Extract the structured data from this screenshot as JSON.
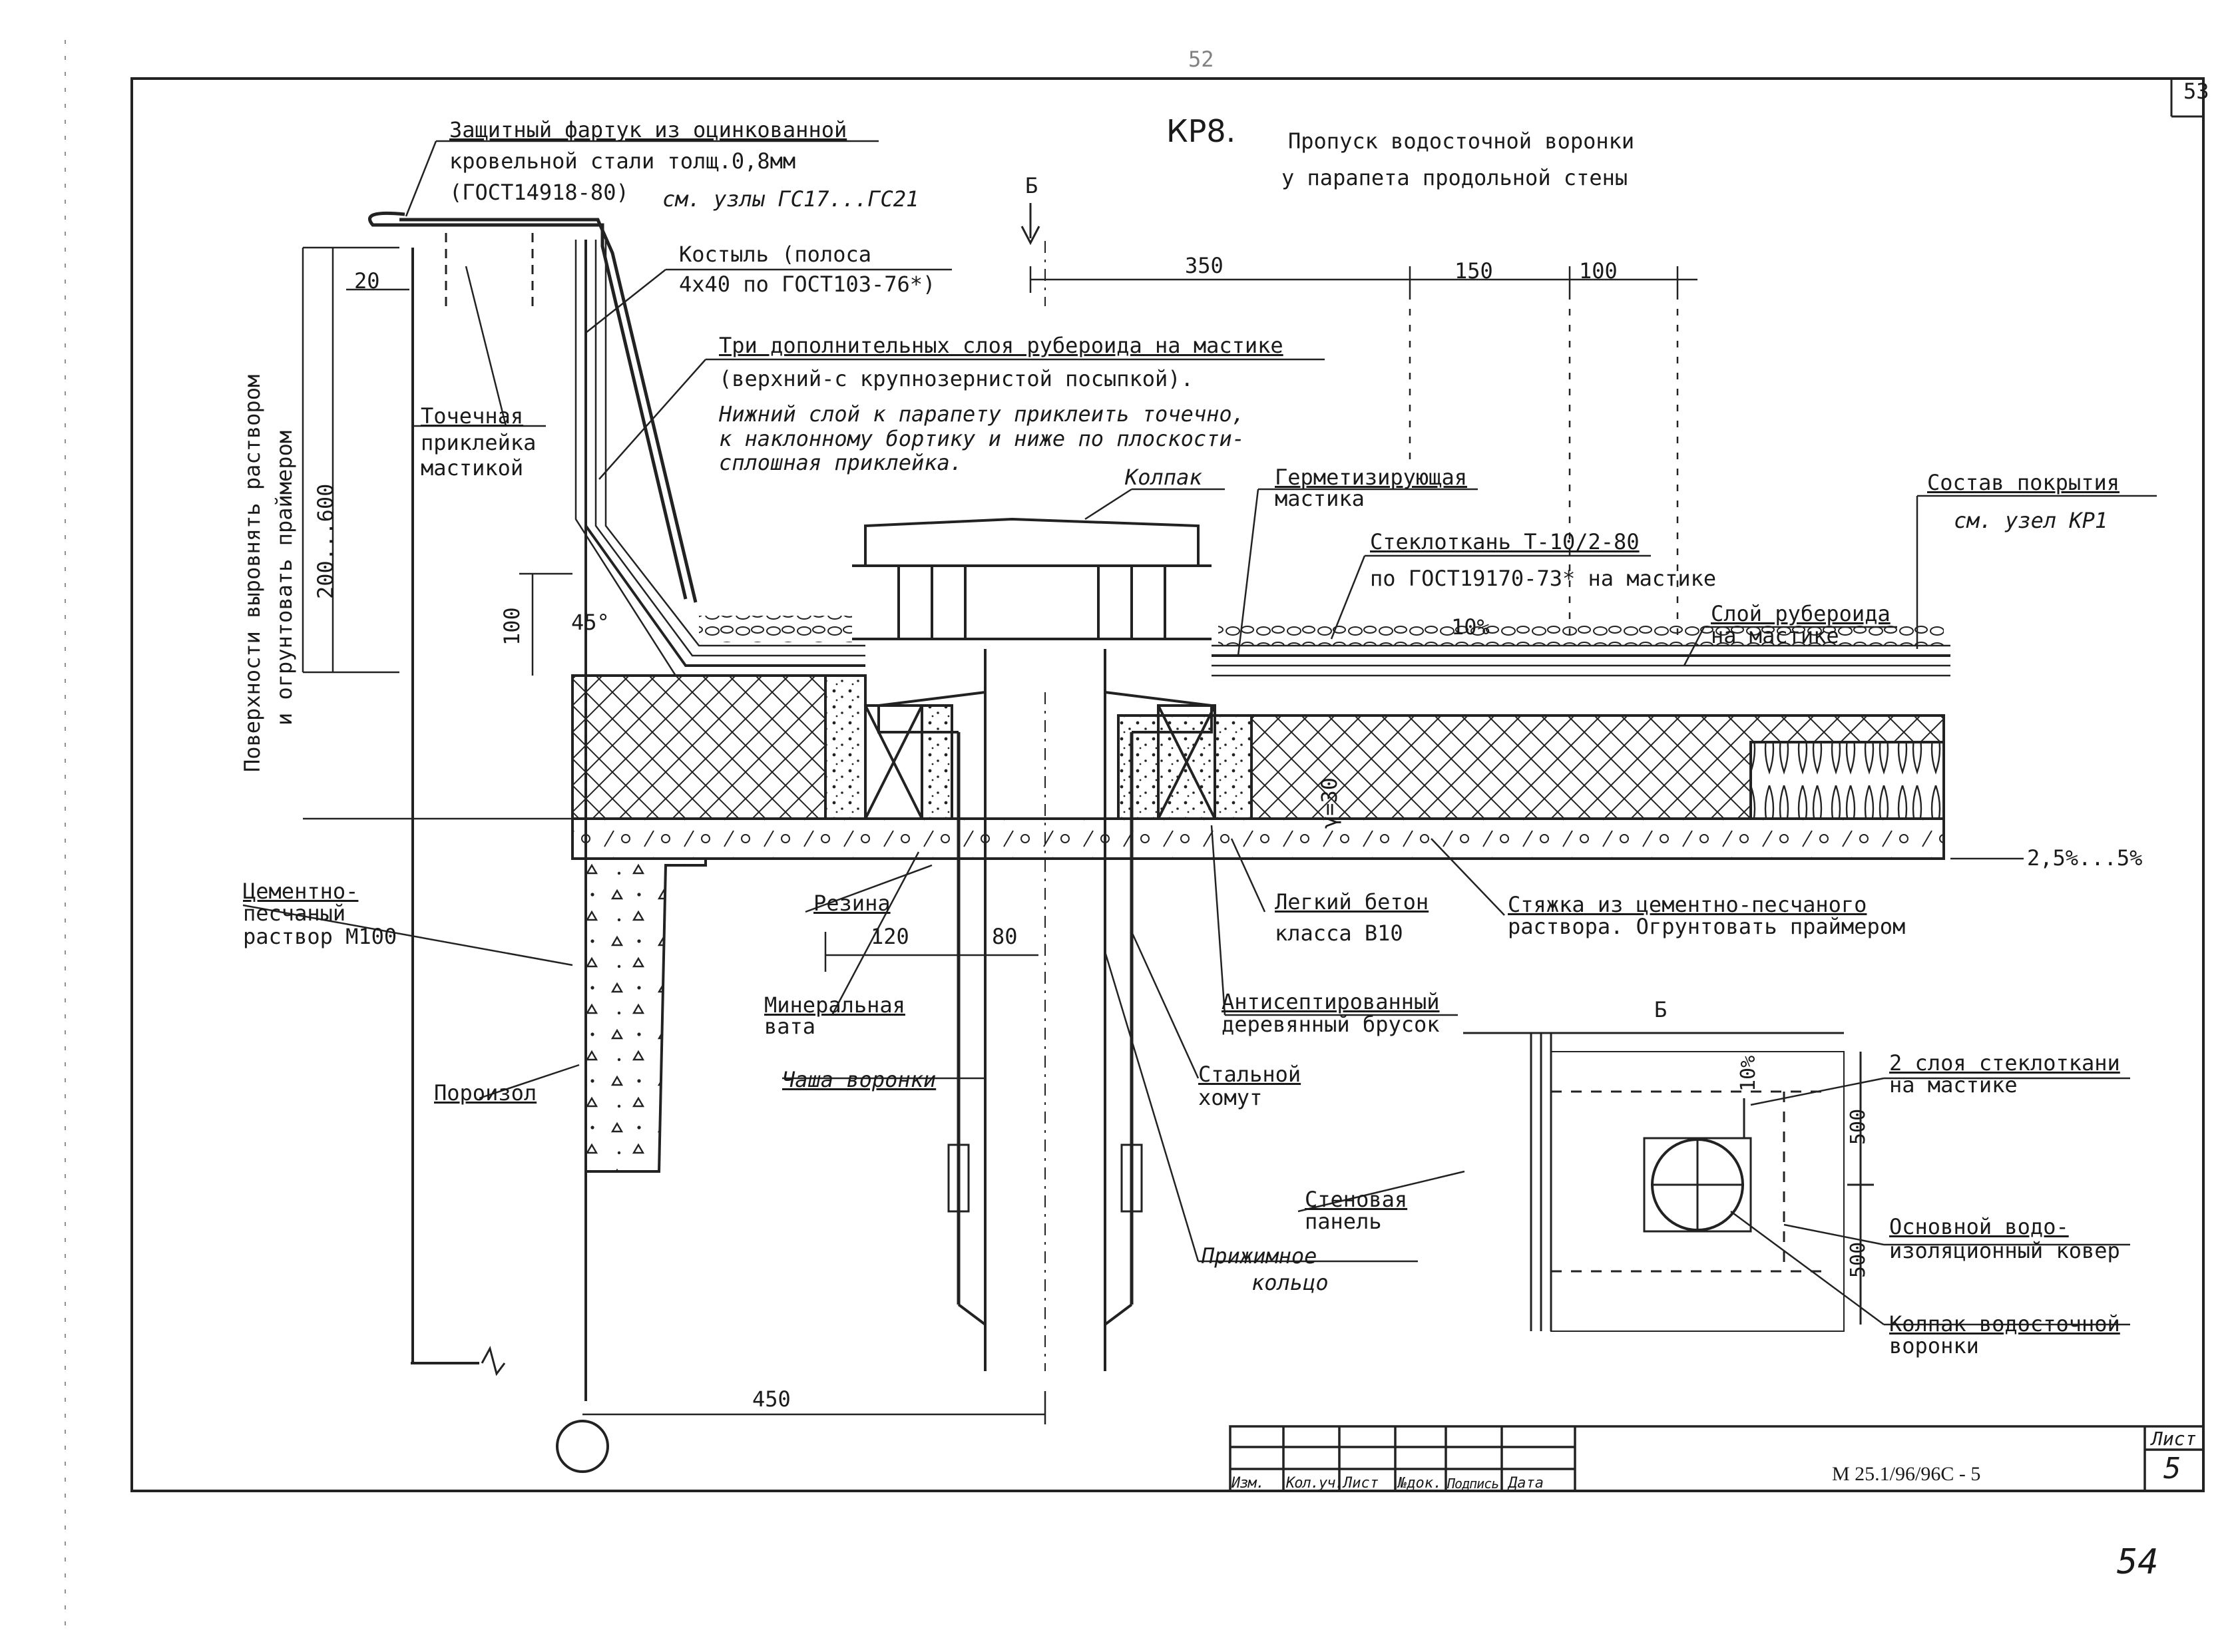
{
  "sheet": {
    "page_corner_top": "53",
    "stamp_top": "52",
    "page_number_bottom": "54",
    "code": "M 25.1/96/96C - 5",
    "sheet_label": "Лист",
    "sheet_number": "5",
    "title_cols": [
      "Изм.",
      "Кол.уч.",
      "Лист",
      "№док.",
      "Подпись",
      "Дата"
    ]
  },
  "title": {
    "mark": "КР8.",
    "line1": "Пропуск водосточной воронки",
    "line2": "у парапета продольной стены"
  },
  "labels": {
    "apron_1": "Защитный фартук из оцинкованной",
    "apron_2": "кровельной стали толщ.0,8мм",
    "apron_3": "(ГОСТ14918-80)",
    "see_nodes": "см. узлы ГС17...ГС21",
    "section_b": "Б",
    "crutch_1": "Костыль (полоса",
    "crutch_2": "4х40 по ГОСТ103-76*)",
    "three_layers_1": "Три дополнительных слоя рубероида на мастике",
    "three_layers_2": "(верхний-с крупнозернистой посыпкой).",
    "lower_layer_1": "Нижний слой к парапету приклеить точечно,",
    "lower_layer_2": "к наклонному бортику и ниже по плоскости-",
    "lower_layer_3": "сплошная приклейка.",
    "spot_1": "Точечная",
    "spot_2": "приклейка",
    "spot_3": "мастикой",
    "side_1": "Поверхности выровнять раствором",
    "side_2": "и огрунтовать праймером",
    "cap": "Колпак",
    "seal_1": "Герметизирующая",
    "seal_2": "мастика",
    "cover_1": "Состав покрытия",
    "cover_2": "см. узел КР1",
    "glass_1": "Стеклоткань Т-10/2-80",
    "glass_2": "по ГОСТ19170-73* на мастике",
    "ruberoid_1": "Слой рубероида",
    "ruberoid_2": "на мастике",
    "slope_top": "10%",
    "cement_1": "Цементно-",
    "cement_2": "песчаный",
    "cement_3": "раствор М100",
    "rubber": "Резина",
    "lightcon_1": "Легкий бетон",
    "lightcon_2": "класса В10",
    "screed_1": "Стяжка из цементно-песчаного",
    "screed_2": "раствора. Огрунтовать праймером",
    "slope_right": "2,5%...5%",
    "mineral_1": "Минеральная",
    "mineral_2": "вата",
    "wood_1": "Антисептированный",
    "wood_2": "деревянный брусок",
    "bowl": "Чаша воронки",
    "clamp_1": "Стальной",
    "clamp_2": "хомут",
    "poroizol": "Пороизол",
    "press_1": "Прижимное",
    "press_2": "кольцо",
    "wall_1": "Стеновая",
    "wall_2": "панель",
    "detail_b": "Б",
    "detail_slope": "10%",
    "two_layers_1": "2 слоя стеклоткани",
    "two_layers_2": "на мастике",
    "main_wp_1": "Основной водо-",
    "main_wp_2": "изоляционный ковер",
    "funnel_cap_1": "Колпак водосточной",
    "funnel_cap_2": "воронки",
    "gamma": "γ=30"
  },
  "dims": {
    "d350": "350",
    "d150": "150",
    "d100a": "100",
    "d20": "20",
    "d200_600": "200...600",
    "d100b": "100",
    "d45": "45°",
    "d120": "120",
    "d80": "80",
    "d450": "450",
    "d500a": "500",
    "d500b": "500"
  }
}
